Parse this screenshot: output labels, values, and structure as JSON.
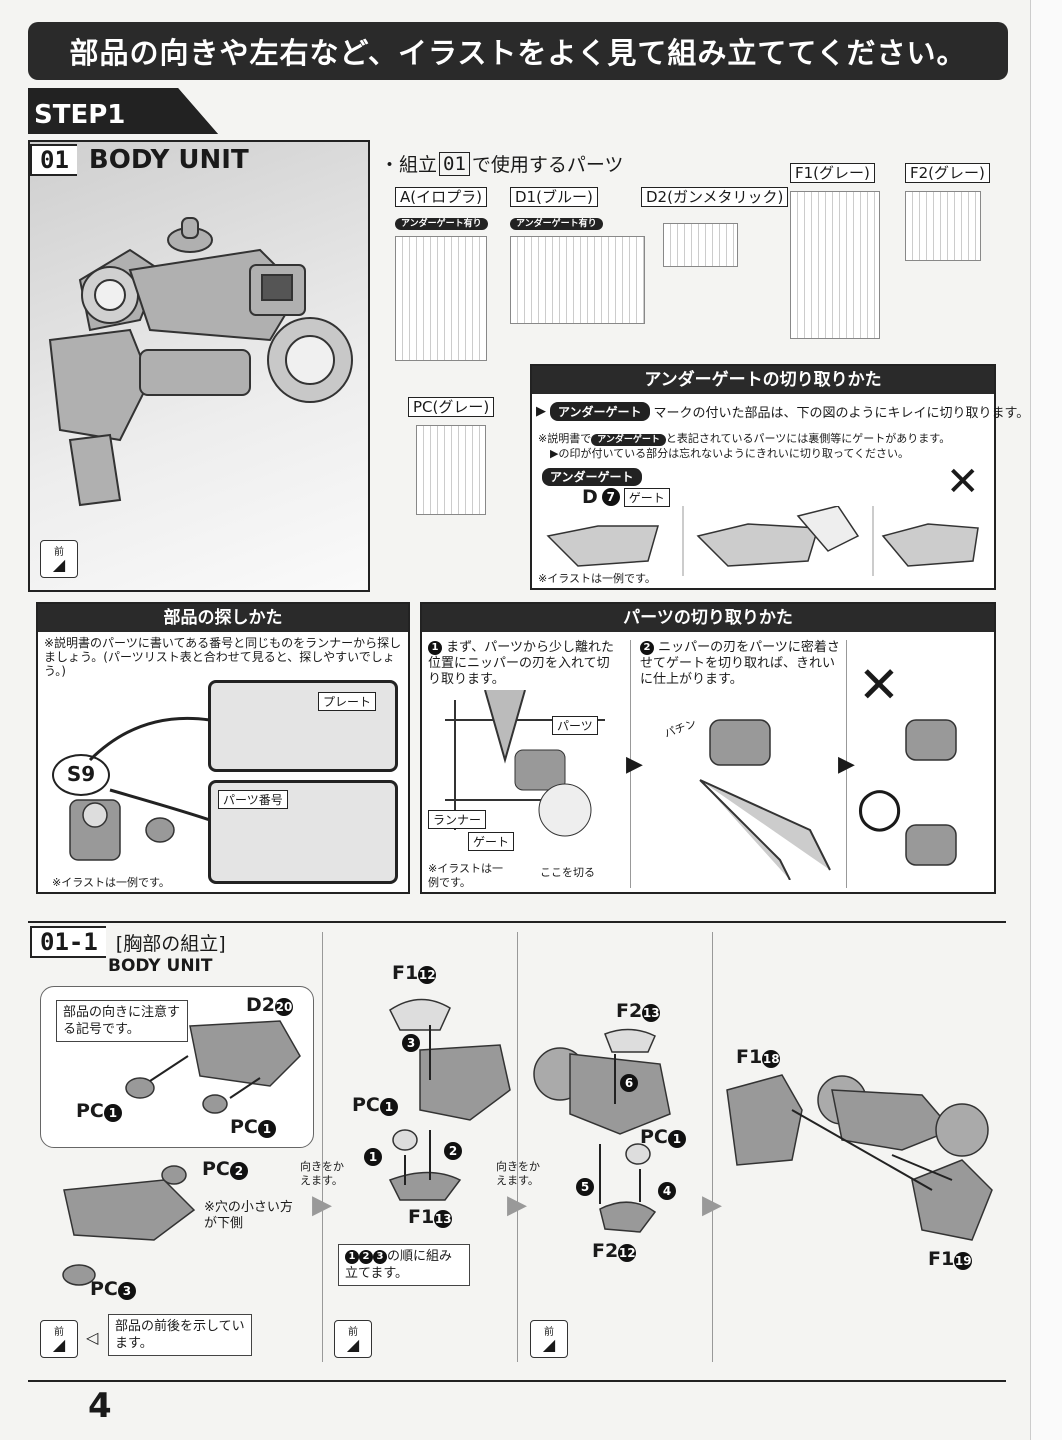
{
  "banner": "部品の向きや左右など、イラストをよく見て組み立ててください。",
  "step": "STEP1",
  "section01": {
    "num": "01",
    "title": "BODY UNIT"
  },
  "parts_used": {
    "heading_prefix": "・組立",
    "heading_num": "01",
    "heading_suffix": "で使用するパーツ",
    "runners": [
      {
        "label": "A(イロプラ)",
        "tag": "アンダーゲート有り"
      },
      {
        "label": "D1(ブルー)",
        "tag": "アンダーゲート有り"
      },
      {
        "label": "D2(ガンメタリック)",
        "tag": ""
      },
      {
        "label": "F1(グレー)",
        "tag": ""
      },
      {
        "label": "F2(グレー)",
        "tag": ""
      },
      {
        "label": "PC(グレー)",
        "tag": ""
      }
    ]
  },
  "undergate": {
    "title": "アンダーゲートの切り取りかた",
    "tag": "アンダーゲート",
    "line1": "マークの付いた部品は、下の図のようにキレイに切り取ります。",
    "note_prefix": "※説明書で",
    "note_suffix": "と表記されているパーツには裏側等にゲートがあります。",
    "note2": "▶の印が付いている部分は忘れないようにきれいに切り取ってください。",
    "part": "D",
    "part_num": "7",
    "gate": "ゲート",
    "example": "※イラストは一例です。",
    "ng": "✕"
  },
  "finding": {
    "title": "部品の探しかた",
    "desc": "※説明書のパーツに書いてある番号と同じものをランナーから探しましょう。(パーツリスト表と合わせて見ると、探しやすいでしょう。)",
    "plate": "プレート",
    "part_number": "パーツ番号",
    "s9": "S9",
    "example": "※イラストは一例です。"
  },
  "cutting": {
    "title": "パーツの切り取りかた",
    "step1": "まず、パーツから少し離れた位置にニッパーの刃を入れて切り取ります。",
    "step2": "ニッパーの刃をパーツに密着させてゲートを切り取れば、きれいに仕上がります。",
    "parts": "パーツ",
    "runner": "ランナー",
    "gate": "ゲート",
    "cut_here": "ここを切る",
    "example": "※イラストは一例です。",
    "snap": "パチン",
    "ng": "✕",
    "ok": "○",
    "n1": "1",
    "n2": "2"
  },
  "section011": {
    "num": "01-1",
    "title": "[胸部の組立]",
    "subtitle": "BODY UNIT",
    "direction_note": "部品の向きに注意する記号です。",
    "front_note": "部品の前後を示しています。",
    "hole_note": "※穴の小さい方が下側",
    "order_note": "の順に組み立てます。",
    "order_nums": [
      "1",
      "2",
      "3"
    ],
    "turn": "向きをかえます。",
    "front": "前",
    "labels": {
      "d2": "D2",
      "d2n": "20",
      "pc": "PC",
      "pc1": "1",
      "pc2": "2",
      "pc3": "3",
      "f1": "F1",
      "f1_12": "12",
      "f1_13": "13",
      "f1_18": "18",
      "f1_19": "19",
      "f2": "F2",
      "f2_13": "13",
      "f2_12": "12",
      "s1": "1",
      "s2": "2",
      "s3": "3",
      "s4": "4",
      "s5": "5",
      "s6": "6"
    }
  },
  "page_number": "4"
}
